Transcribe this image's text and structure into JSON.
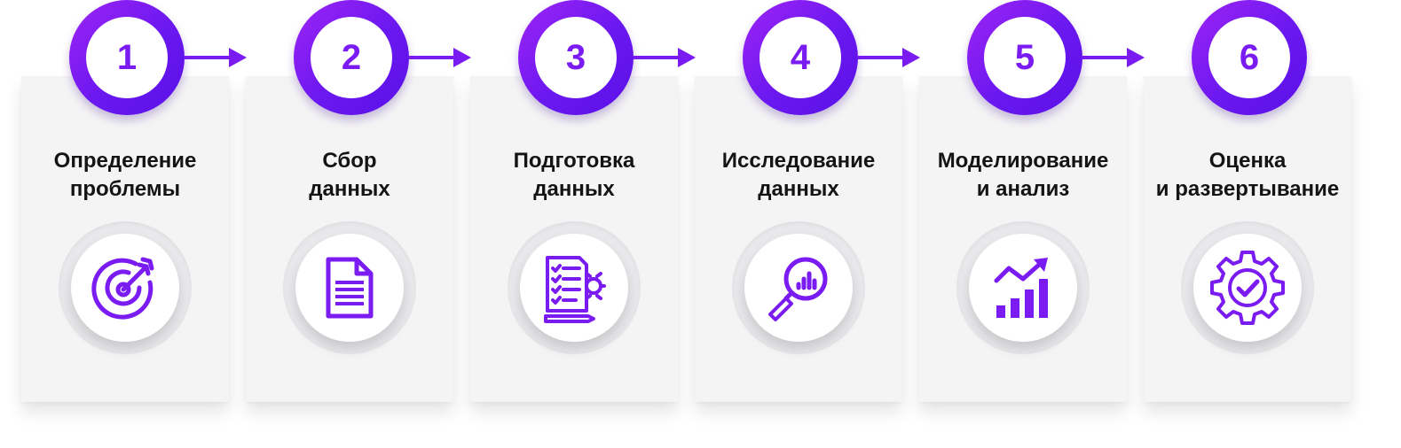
{
  "accent_color": "#7a1bf2",
  "steps": [
    {
      "number": "1",
      "title_lines": [
        "Определение",
        "проблемы"
      ],
      "icon": "target-icon"
    },
    {
      "number": "2",
      "title_lines": [
        "Сбор",
        "данных"
      ],
      "icon": "document-icon"
    },
    {
      "number": "3",
      "title_lines": [
        "Подготовка",
        "данных"
      ],
      "icon": "checklist-gear-icon"
    },
    {
      "number": "4",
      "title_lines": [
        "Исследование",
        "данных"
      ],
      "icon": "magnifier-chart-icon"
    },
    {
      "number": "5",
      "title_lines": [
        "Моделирование",
        "и анализ"
      ],
      "icon": "growth-chart-icon"
    },
    {
      "number": "6",
      "title_lines": [
        "Оценка",
        "и развертывание"
      ],
      "icon": "gear-check-icon"
    }
  ]
}
